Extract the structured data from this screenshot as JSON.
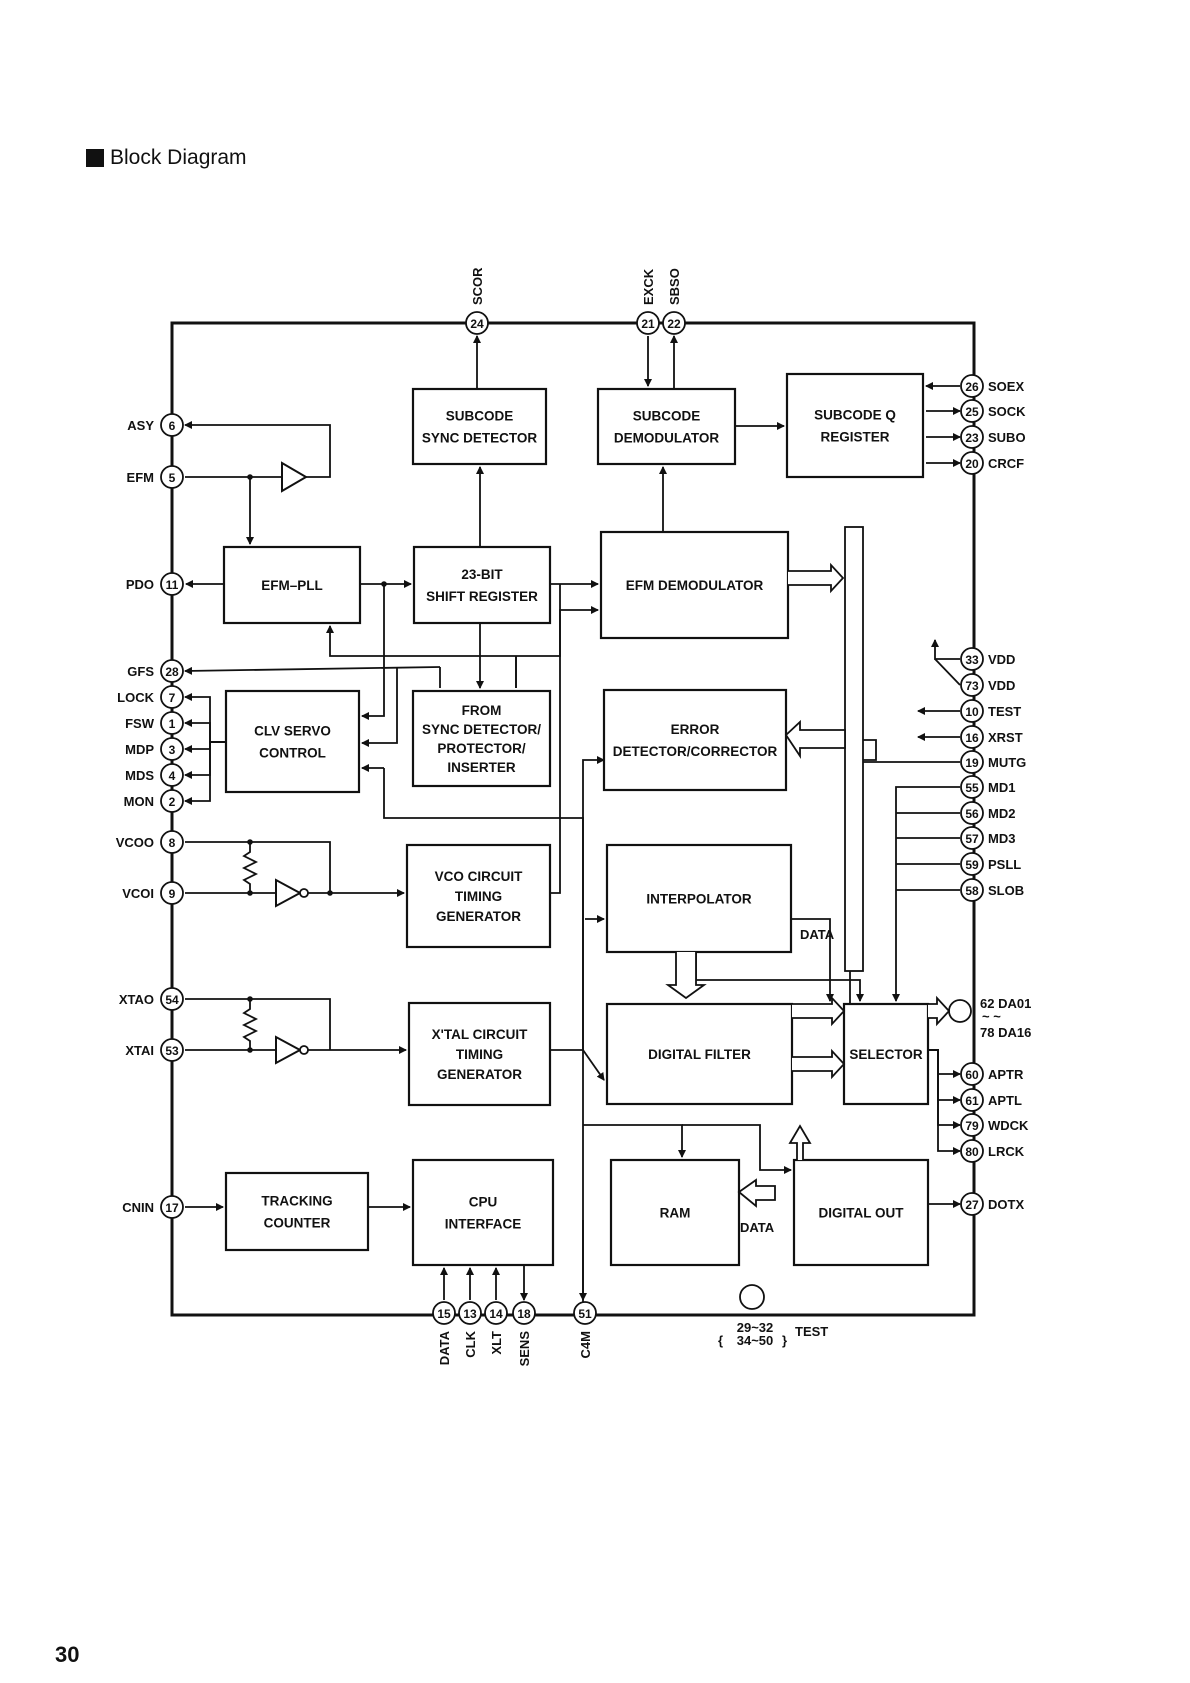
{
  "heading": "Block Diagram",
  "page_number": "30",
  "blocks": {
    "subcode_sync": [
      "SUBCODE",
      "SYNC  DETECTOR"
    ],
    "subcode_demod": [
      "SUBCODE",
      "DEMODULATOR"
    ],
    "subcode_q": [
      "SUBCODE  Q",
      "REGISTER"
    ],
    "efm_pll": [
      "EFM–PLL"
    ],
    "shift_register": [
      "23-BIT",
      "SHIFT REGISTER"
    ],
    "efm_demodulator": [
      "EFM  DEMODULATOR"
    ],
    "clv_servo": [
      "CLV  SERVO",
      "CONTROL"
    ],
    "sync_protector": [
      "FROM",
      "SYNC DETECTOR/",
      "PROTECTOR/",
      "INSERTER"
    ],
    "error_detector": [
      "ERROR",
      "DETECTOR/CORRECTOR"
    ],
    "vco_circuit": [
      "VCO  CIRCUIT",
      "TIMING",
      "GENERATOR"
    ],
    "interpolator": [
      "INTERPOLATOR"
    ],
    "xtal_circuit": [
      "X'TAL CIRCUIT",
      "TIMING",
      "GENERATOR"
    ],
    "digital_filter": [
      "DIGITAL  FILTER"
    ],
    "selector": [
      "SELECTOR"
    ],
    "tracking_counter": [
      "TRACKING",
      "COUNTER"
    ],
    "cpu_interface": [
      "CPU",
      "INTERFACE"
    ],
    "ram": [
      "RAM"
    ],
    "digital_out": [
      "DIGITAL  OUT"
    ]
  },
  "pins_left": [
    {
      "num": "6",
      "name": "ASY"
    },
    {
      "num": "5",
      "name": "EFM"
    },
    {
      "num": "11",
      "name": "PDO"
    },
    {
      "num": "28",
      "name": "GFS"
    },
    {
      "num": "7",
      "name": "LOCK"
    },
    {
      "num": "1",
      "name": "FSW"
    },
    {
      "num": "3",
      "name": "MDP"
    },
    {
      "num": "4",
      "name": "MDS"
    },
    {
      "num": "2",
      "name": "MON"
    },
    {
      "num": "8",
      "name": "VCOO"
    },
    {
      "num": "9",
      "name": "VCOI"
    },
    {
      "num": "54",
      "name": "XTAO"
    },
    {
      "num": "53",
      "name": "XTAI"
    },
    {
      "num": "17",
      "name": "CNIN"
    }
  ],
  "pins_right": [
    {
      "num": "26",
      "name": "SOEX"
    },
    {
      "num": "25",
      "name": "SOCK"
    },
    {
      "num": "23",
      "name": "SUBO"
    },
    {
      "num": "20",
      "name": "CRCF"
    },
    {
      "num": "33",
      "name": "VDD"
    },
    {
      "num": "73",
      "name": "VDD"
    },
    {
      "num": "10",
      "name": "TEST"
    },
    {
      "num": "16",
      "name": "XRST"
    },
    {
      "num": "19",
      "name": "MUTG"
    },
    {
      "num": "55",
      "name": "MD1"
    },
    {
      "num": "56",
      "name": "MD2"
    },
    {
      "num": "57",
      "name": "MD3"
    },
    {
      "num": "59",
      "name": "PSLL"
    },
    {
      "num": "58",
      "name": "SLOB"
    },
    {
      "num": "60",
      "name": "APTR"
    },
    {
      "num": "61",
      "name": "APTL"
    },
    {
      "num": "79",
      "name": "WDCK"
    },
    {
      "num": "80",
      "name": "LRCK"
    },
    {
      "num": "27",
      "name": "DOTX"
    }
  ],
  "pins_top": [
    {
      "num": "24",
      "name": "SCOR"
    },
    {
      "num": "21",
      "name": "EXCK"
    },
    {
      "num": "22",
      "name": "SBSO"
    }
  ],
  "pins_bottom": [
    {
      "num": "15",
      "name": "DATA"
    },
    {
      "num": "13",
      "name": "CLK"
    },
    {
      "num": "14",
      "name": "XLT"
    },
    {
      "num": "18",
      "name": "SENS"
    },
    {
      "num": "51",
      "name": "C4M"
    }
  ],
  "dai": {
    "top": "62  DA01",
    "tilde": "~        ~",
    "bottom": "78  DA16"
  },
  "test_group": {
    "line1": "29~32",
    "line2": "34~50",
    "label": "TEST"
  },
  "data_labels": {
    "interp": "DATA",
    "ram": "DATA"
  }
}
